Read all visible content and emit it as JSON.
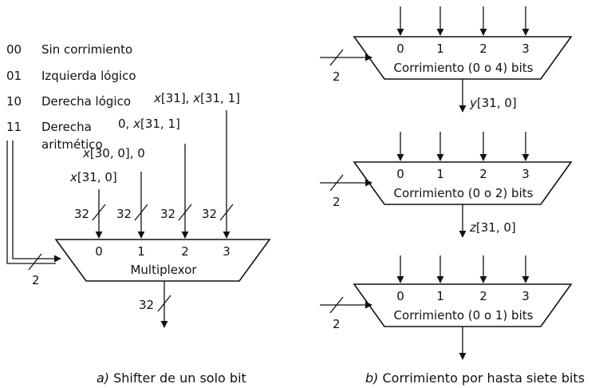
{
  "legend": [
    {
      "code": "00",
      "label": "Sin corrimiento"
    },
    {
      "code": "01",
      "label": "Izquierda lógico"
    },
    {
      "code": "10",
      "label": "Derecha lógico"
    },
    {
      "code": "11",
      "label": "Derecha",
      "label2": "aritmético"
    }
  ],
  "mux": {
    "title": "Multiplexor",
    "ports": [
      "0",
      "1",
      "2",
      "3"
    ],
    "widths": [
      "32",
      "32",
      "32",
      "32"
    ],
    "out_width": "32",
    "sel_width": "2",
    "inputs": [
      {
        "pre": "x",
        "post": "[31, 0]"
      },
      {
        "pre": "x",
        "post": "[30, 0], 0"
      },
      {
        "pre": "0, ",
        "var": "x",
        "post": "[31, 1]"
      },
      {
        "var": "x",
        "mid": "[31], ",
        "var2": "x",
        "post": "[31, 1]"
      }
    ]
  },
  "shifters": [
    {
      "title": "Corrimiento (0 o 4) bits",
      "ports": [
        "0",
        "1",
        "2",
        "3"
      ],
      "sel_width": "2",
      "out_var": "y",
      "out_post": "[31, 0]"
    },
    {
      "title": "Corrimiento (0 o 2) bits",
      "ports": [
        "0",
        "1",
        "2",
        "3"
      ],
      "sel_width": "2",
      "out_var": "z",
      "out_post": "[31, 0]"
    },
    {
      "title": "Corrimiento (0 o 1) bits",
      "ports": [
        "0",
        "1",
        "2",
        "3"
      ],
      "sel_width": "2"
    }
  ],
  "captions": {
    "a_letter": "a)",
    "a_text": " Shifter de un solo bit",
    "b_letter": "b)",
    "b_text": " Corrimiento por hasta siete bits"
  }
}
